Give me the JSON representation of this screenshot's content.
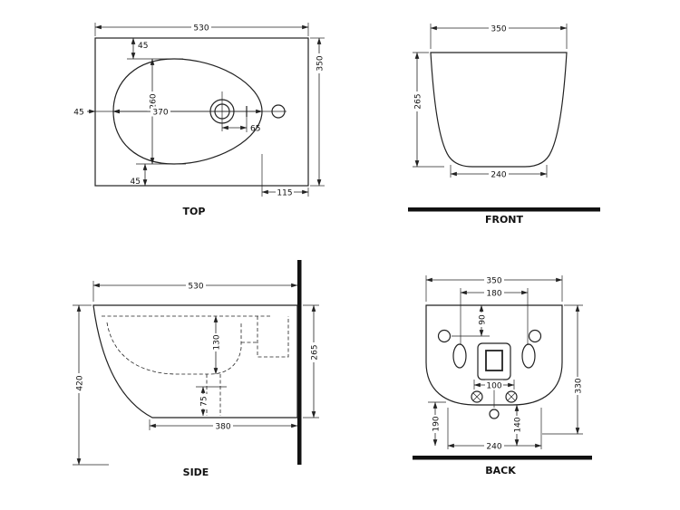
{
  "drawing": {
    "background": "#ffffff",
    "line_color": "#222222"
  },
  "views": {
    "top": {
      "label": "TOP",
      "dims": {
        "overall_length": "530",
        "rim_front": "45",
        "bowl_width": "260",
        "bowl_length": "370",
        "rim_left": "45",
        "tap_offset": "65",
        "rim_back": "45",
        "deck_depth": "115",
        "overall_width": "350"
      }
    },
    "front": {
      "label": "FRONT",
      "dims": {
        "overall_width": "350",
        "height": "265",
        "base_width": "240"
      }
    },
    "side": {
      "label": "SIDE",
      "dims": {
        "overall_length": "530",
        "floor_height": "420",
        "bowl_depth": "130",
        "body_height": "265",
        "outlet_height": "75",
        "base_length": "380"
      }
    },
    "back": {
      "label": "BACK",
      "dims": {
        "overall_width": "350",
        "fixing_spacing": "180",
        "fixing_top_offset": "90",
        "drain_spacing": "100",
        "overall_height": "330",
        "inlet_drop": "190",
        "outlet_drop": "140",
        "base_width": "240"
      }
    }
  }
}
